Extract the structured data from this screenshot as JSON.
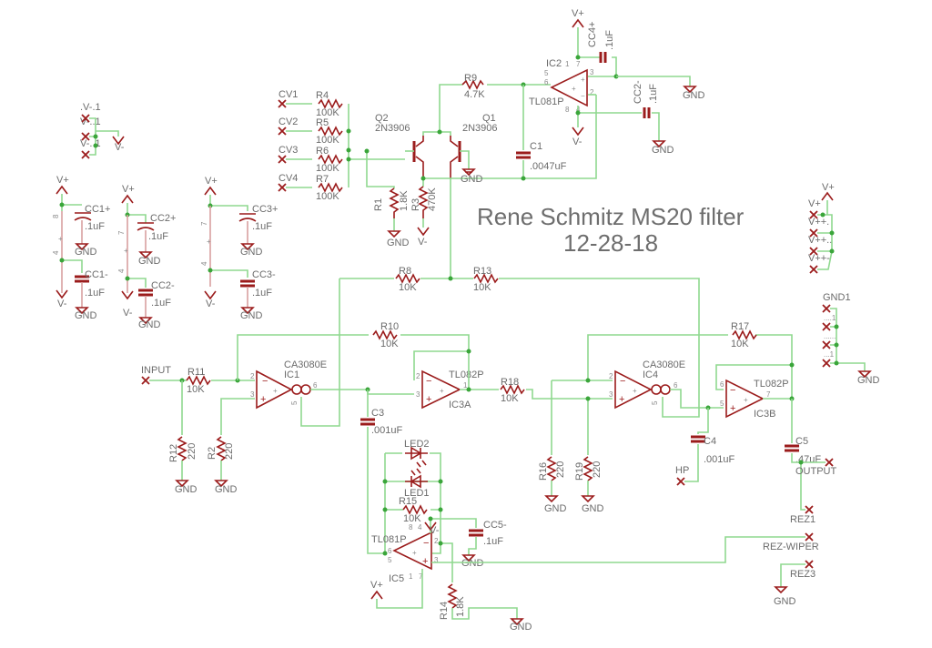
{
  "title": {
    "line1": "Rene Schmitz MS20 filter",
    "line2": "12-28-18"
  },
  "colors": {
    "wire": "#8fd88f",
    "symbol": "#9b1c1c",
    "junction": "#3aa53a",
    "text": "#6b6b6b"
  },
  "supply": {
    "vplus": "V+",
    "vminus": "V-",
    "gnd": "GND"
  },
  "connectors": {
    "cv": [
      "CV1",
      "CV2",
      "CV3",
      "CV4"
    ],
    "input": "INPUT",
    "output": "OUTPUT",
    "hp": "HP",
    "rez1": "REZ1",
    "rez_wiper": "REZ-WIPER",
    "rez3": "REZ3",
    "vminus_pins": [
      ".V-.1",
      "V-..1",
      "V-..1"
    ],
    "vplus_pins": [
      "V+",
      "V++.",
      "V++..",
      "V++-"
    ],
    "gnd1": "GND1",
    "gnd1_pins": [
      "....1",
      "......",
      "...1"
    ]
  },
  "resistors": [
    {
      "ref": "R4",
      "value": "100K"
    },
    {
      "ref": "R5",
      "value": "100K"
    },
    {
      "ref": "R6",
      "value": "100K"
    },
    {
      "ref": "R7",
      "value": "100K"
    },
    {
      "ref": "R1",
      "value": "1.8K"
    },
    {
      "ref": "R3",
      "value": "470K"
    },
    {
      "ref": "R9",
      "value": "4.7K"
    },
    {
      "ref": "R8",
      "value": "10K"
    },
    {
      "ref": "R13",
      "value": "10K"
    },
    {
      "ref": "R10",
      "value": "10K"
    },
    {
      "ref": "R11",
      "value": "10K"
    },
    {
      "ref": "R12",
      "value": "220"
    },
    {
      "ref": "R2",
      "value": "220"
    },
    {
      "ref": "R17",
      "value": "10K"
    },
    {
      "ref": "R18",
      "value": "10K"
    },
    {
      "ref": "R16",
      "value": "220"
    },
    {
      "ref": "R19",
      "value": "220"
    },
    {
      "ref": "R15",
      "value": "10K"
    },
    {
      "ref": "R14",
      "value": "1.8K"
    }
  ],
  "capacitors": [
    {
      "ref": "C1",
      "value": ".0047uF"
    },
    {
      "ref": "CC4+",
      "value": ".1uF"
    },
    {
      "ref": "CC2-",
      "value": ".1uF"
    },
    {
      "ref": "CC1+",
      "value": ".1uF"
    },
    {
      "ref": "CC1-",
      "value": ".1uF"
    },
    {
      "ref": "CC2+",
      "value": ".1uF"
    },
    {
      "ref": "CC2-",
      "value": ".1uF"
    },
    {
      "ref": "CC3+",
      "value": ".1uF"
    },
    {
      "ref": "CC3-",
      "value": ".1uF"
    },
    {
      "ref": "C3",
      "value": ".001uF"
    },
    {
      "ref": "C4",
      "value": ".001uF"
    },
    {
      "ref": "C5",
      "value": ".47uF"
    },
    {
      "ref": "CC5-",
      "value": ".1uF"
    }
  ],
  "transistors": [
    {
      "ref": "Q2",
      "part": "2N3906"
    },
    {
      "ref": "Q1",
      "part": "2N3906"
    }
  ],
  "ics": {
    "ic2": {
      "ref": "IC2",
      "part": "TL081P"
    },
    "ic1": {
      "ref": "IC1",
      "part": "CA3080E"
    },
    "ic3a": {
      "ref": "IC3A",
      "part": "TL082P"
    },
    "ic4": {
      "ref": "IC4",
      "part": "CA3080E"
    },
    "ic3b": {
      "ref": "IC3B",
      "part": "TL082P"
    },
    "ic5": {
      "ref": "IC5",
      "part": "TL081P"
    }
  },
  "leds": [
    {
      "ref": "LED2"
    },
    {
      "ref": "LED1"
    }
  ],
  "pins": {
    "ic2": [
      "5",
      "6",
      "1",
      "7",
      "3",
      "2",
      "8",
      "4"
    ],
    "ic1": [
      "2",
      "3",
      "6",
      "5"
    ],
    "ic3a": [
      "2",
      "3",
      "1"
    ],
    "ic4": [
      "2",
      "3",
      "6",
      "5"
    ],
    "ic3b": [
      "6",
      "5",
      "7"
    ],
    "ic5": [
      "6",
      "5",
      "8",
      "4",
      "2",
      "3",
      "1",
      "7"
    ],
    "decoupling": [
      "8",
      "4",
      "7",
      "4",
      "7",
      "4"
    ]
  }
}
